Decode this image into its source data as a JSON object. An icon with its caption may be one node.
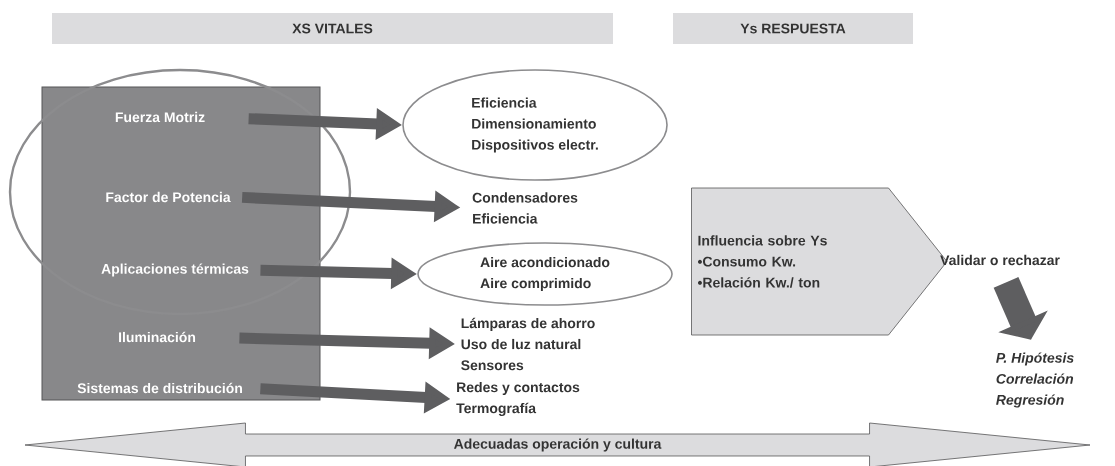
{
  "diagram": {
    "nodes": [
      {
        "text": [
          "XS VITALES"
        ]
      },
      {
        "text": [
          "Ys RESPUESTA"
        ]
      },
      {
        "text": [],
        "shape": "box"
      },
      {
        "text": [
          "Fuerza Motriz"
        ],
        "in": 2
      },
      {
        "text": [
          "Factor de Potencia"
        ],
        "in": 2
      },
      {
        "text": [
          "Aplicaciones térmicas"
        ],
        "in": 2
      },
      {
        "text": [
          "Iluminación"
        ],
        "in": 2
      },
      {
        "text": [
          "Sistemas de distribución"
        ],
        "in": 2
      },
      {
        "text": [
          "Eficiencia",
          "Dimensionamiento",
          "Dispositivos electr."
        ]
      },
      {
        "text": [
          "Condensadores",
          "Eficiencia"
        ]
      },
      {
        "text": [
          "Aire acondicionado",
          "Aire comprimido"
        ]
      },
      {
        "text": [
          "Lámparas de ahorro",
          "Uso de luz natural",
          "Sensores"
        ]
      },
      {
        "text": [
          "Redes y contactos",
          "Termografía"
        ]
      },
      {
        "text": [
          "Influencia sobre Ys",
          "•Consumo Kw.",
          "•Relación Kw./ ton"
        ]
      },
      {
        "text": [
          "Validar o rechazar"
        ]
      },
      {
        "text": [
          "P. Hipótesis",
          "Correlación",
          "Regresión"
        ]
      },
      {
        "text": [
          "Adecuadas operación y cultura"
        ]
      }
    ],
    "edges": [
      {
        "from": 3,
        "to": 8,
        "arrow": "to"
      },
      {
        "from": 4,
        "to": 9,
        "arrow": "to"
      },
      {
        "from": 5,
        "to": 10,
        "arrow": "to"
      },
      {
        "from": 6,
        "to": 11,
        "arrow": "to"
      },
      {
        "from": 7,
        "to": 12,
        "arrow": "to"
      },
      {
        "from": 14,
        "to": 15,
        "arrow": "to",
        "style": "thick"
      }
    ]
  }
}
